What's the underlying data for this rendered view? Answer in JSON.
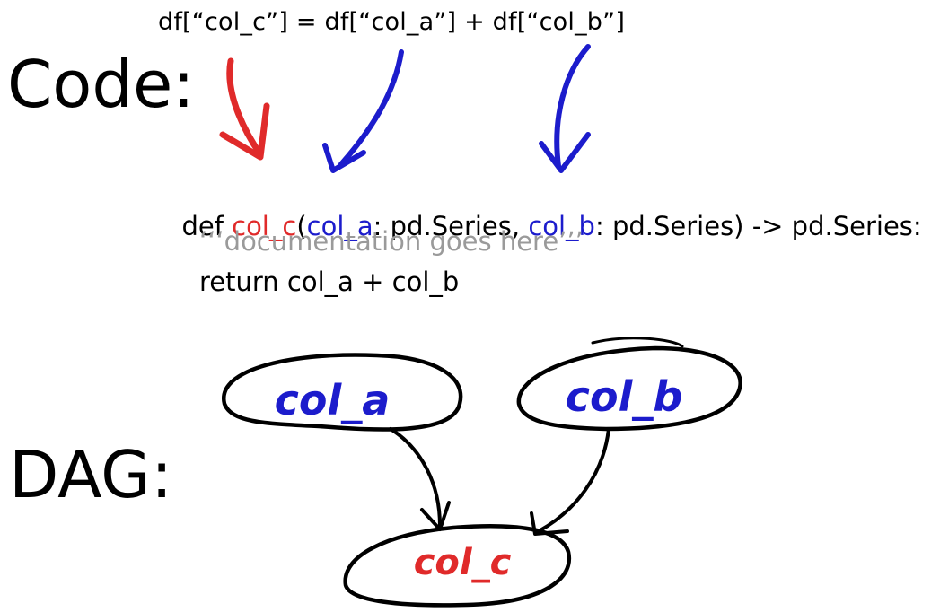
{
  "colors": {
    "target": "#e02a2a",
    "input": "#1c1ccc",
    "docstring": "#9a9a9a",
    "ink": "#000000"
  },
  "headings": {
    "code": "Code:",
    "dag": "DAG:"
  },
  "expression": {
    "text": "df[“col_c”] = df[“col_a”] + df[“col_b”]"
  },
  "function": {
    "def_keyword": "def ",
    "name": "col_c",
    "open_paren": "(",
    "param_a": "col_a",
    "type_a": ": pd.Series, ",
    "param_b": "col_b",
    "type_b": ": pd.Series) -> pd.Series:",
    "docstring": "‘‘‘documentation goes here’’’",
    "return_line": "return col_a + col_b"
  },
  "dag": {
    "nodes": [
      {
        "id": "col_a",
        "label": "col_a",
        "color": "input"
      },
      {
        "id": "col_b",
        "label": "col_b",
        "color": "input"
      },
      {
        "id": "col_c",
        "label": "col_c",
        "color": "target"
      }
    ],
    "edges": [
      {
        "from": "col_a",
        "to": "col_c"
      },
      {
        "from": "col_b",
        "to": "col_c"
      }
    ]
  }
}
